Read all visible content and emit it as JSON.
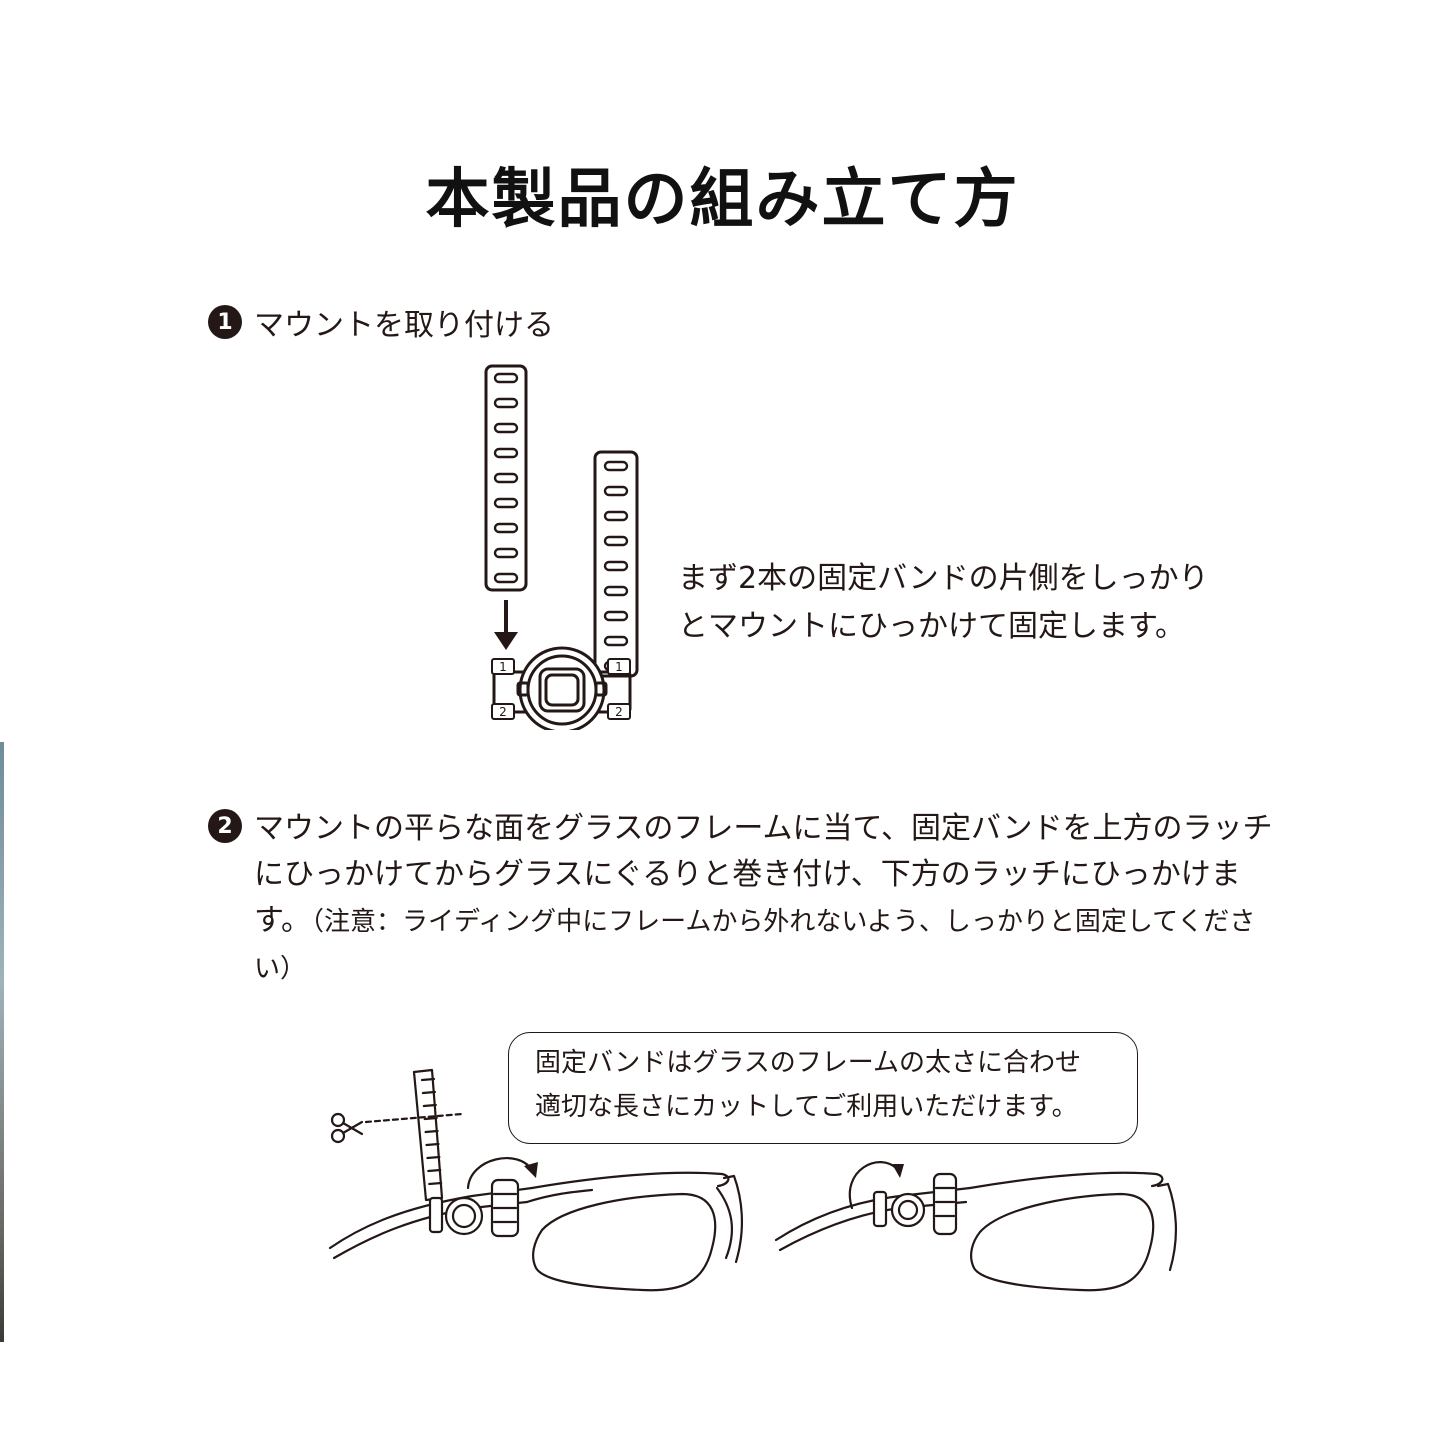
{
  "title": "本製品の組み立て方",
  "step1": {
    "number": "1",
    "heading": "マウントを取り付ける",
    "description_lines": [
      "まず2本の固定バンドの片側をしっかり",
      "とマウントにひっかけて固定します。"
    ],
    "latch_labels": [
      "1",
      "1",
      "2",
      "2"
    ]
  },
  "step2": {
    "number": "2",
    "text_main": "マウントの平らな面をグラスのフレームに当て、固定バンドを上方のラッチにひっかけてからグラスにぐるりと巻き付け、下方のラッチにひっかけます。",
    "text_note": "（注意：ライディング中にフレームから外れないよう、しっかりと固定してください）",
    "callout_lines": [
      "固定バンドはグラスのフレームの太さに合わせ",
      "適切な長さにカットしてご利用いただけます。"
    ]
  },
  "icons": {
    "scissors": "scissors-icon",
    "arrow_down": "arrow-down-icon",
    "rotate_arrow": "rotate-arrow-icon"
  },
  "colors": {
    "ink": "#231815",
    "background": "#ffffff"
  }
}
